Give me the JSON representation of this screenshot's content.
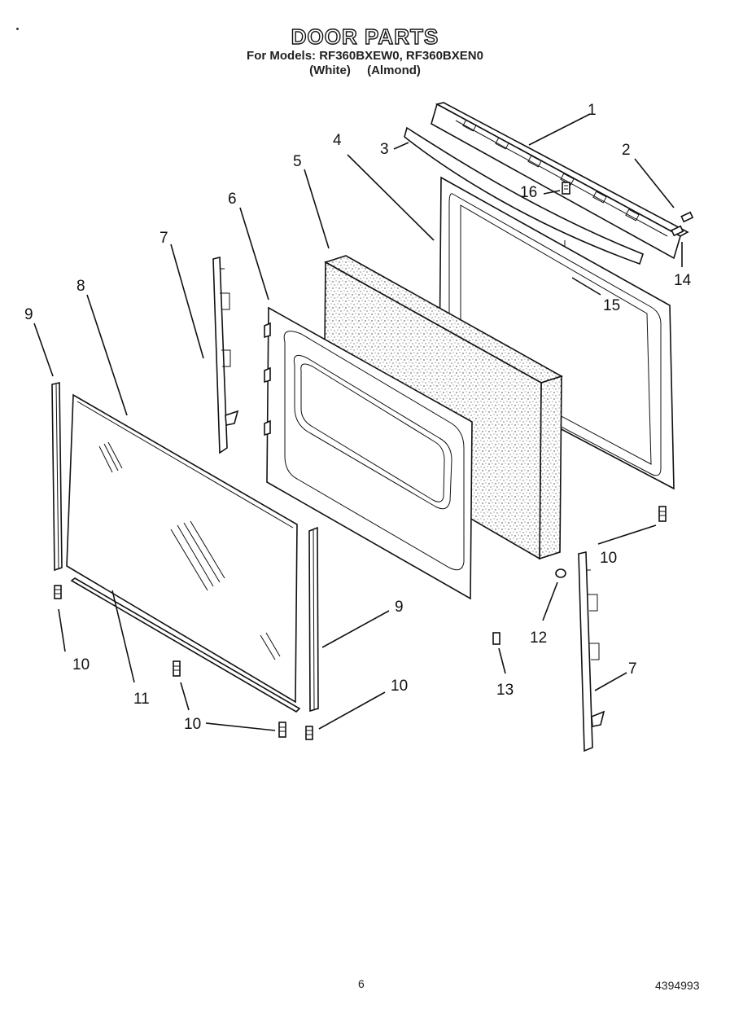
{
  "header": {
    "title": "DOOR PARTS",
    "models_line": "For Models: RF360BXEW0, RF360BXEN0",
    "variant_white": "(White)",
    "variant_almond": "(Almond)"
  },
  "callouts": {
    "c1": "1",
    "c2": "2",
    "c3": "3",
    "c4": "4",
    "c5": "5",
    "c6": "6",
    "c7a": "7",
    "c7b": "7",
    "c8": "8",
    "c9a": "9",
    "c9b": "9",
    "c10a": "10",
    "c10b": "10",
    "c10c": "10",
    "c10d": "10",
    "c11": "11",
    "c12": "12",
    "c13": "13",
    "c14": "14",
    "c15": "15",
    "c16": "16"
  },
  "footer": {
    "page_number": "6",
    "doc_number": "4394993"
  }
}
